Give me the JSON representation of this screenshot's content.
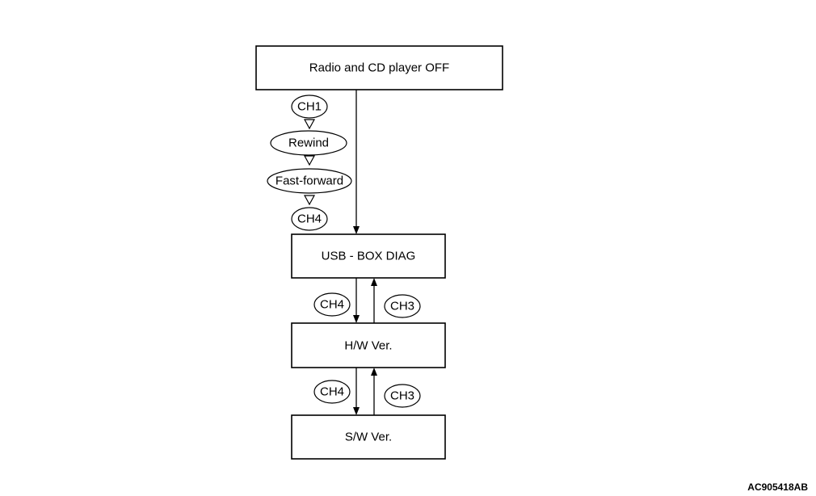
{
  "boxes": {
    "radio_off": "Radio and CD player OFF",
    "usb_box_diag": "USB - BOX DIAG",
    "hw_ver": "H/W Ver.",
    "sw_ver": "S/W Ver."
  },
  "sequence": {
    "step1": "CH1",
    "step2": "Rewind",
    "step3": "Fast-forward",
    "step4": "CH4"
  },
  "transitions": {
    "usb_to_hw": "CH4",
    "hw_to_usb": "CH3",
    "hw_to_sw": "CH4",
    "sw_to_hw": "CH3"
  },
  "reference_code": "AC905418AB"
}
